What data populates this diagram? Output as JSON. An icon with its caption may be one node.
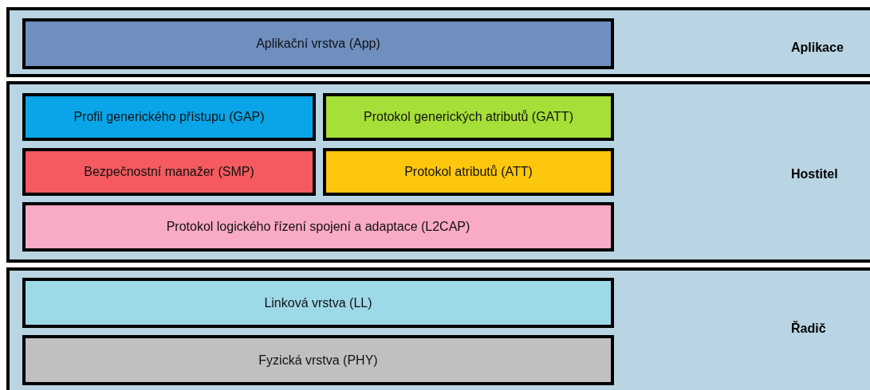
{
  "diagram": {
    "nodes": [
      {
        "text": [
          "Aplikace"
        ]
      },
      {
        "text": [
          "Aplikační vrstva (App)"
        ],
        "in": 0
      },
      {
        "text": [
          "Hostitel"
        ]
      },
      {
        "text": [
          "Profil generického přístupu (GAP)"
        ],
        "in": 2
      },
      {
        "text": [
          "Protokol generických atributů (GATT)"
        ],
        "in": 2
      },
      {
        "text": [
          "Bezpečnostní manažer (SMP)"
        ],
        "in": 2
      },
      {
        "text": [
          "Protokol atributů (ATT)"
        ],
        "in": 2
      },
      {
        "text": [
          "Protokol logického řízení spojení a adaptace (L2CAP)"
        ],
        "in": 2
      },
      {
        "text": [
          "Řadič"
        ]
      },
      {
        "text": [
          "Linková vrstva (LL)"
        ],
        "in": 8
      },
      {
        "text": [
          "Fyzická vrstva (PHY)"
        ],
        "in": 8
      }
    ]
  }
}
